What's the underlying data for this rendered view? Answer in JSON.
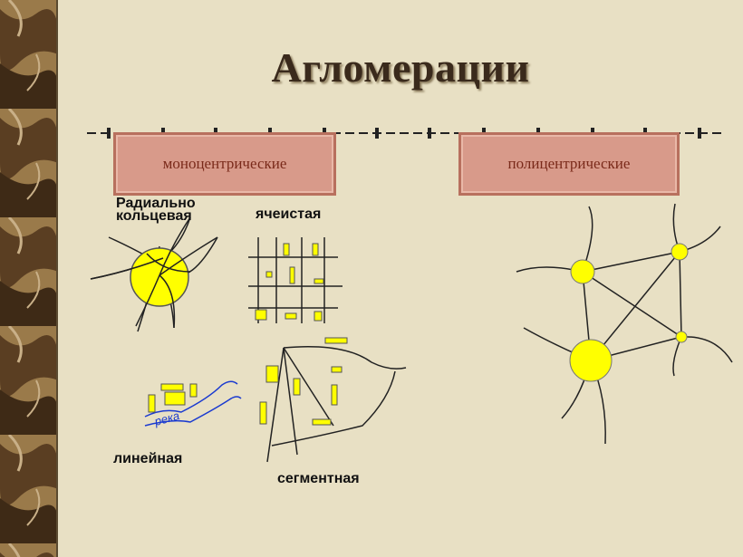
{
  "title": "Агломерации",
  "categories": {
    "mono": "моноцентрические",
    "poly": "полицентрические"
  },
  "types": {
    "radial_line1": "Радиально",
    "radial_line2": "кольцевая",
    "cellular": "ячеистая",
    "linear": "линейная",
    "segmental": "сегментная",
    "river": "река"
  },
  "colors": {
    "background": "#e8e0c4",
    "node_fill": "#ffff00",
    "box_fill": "#d89a8a",
    "river": "#1a3ad0"
  }
}
